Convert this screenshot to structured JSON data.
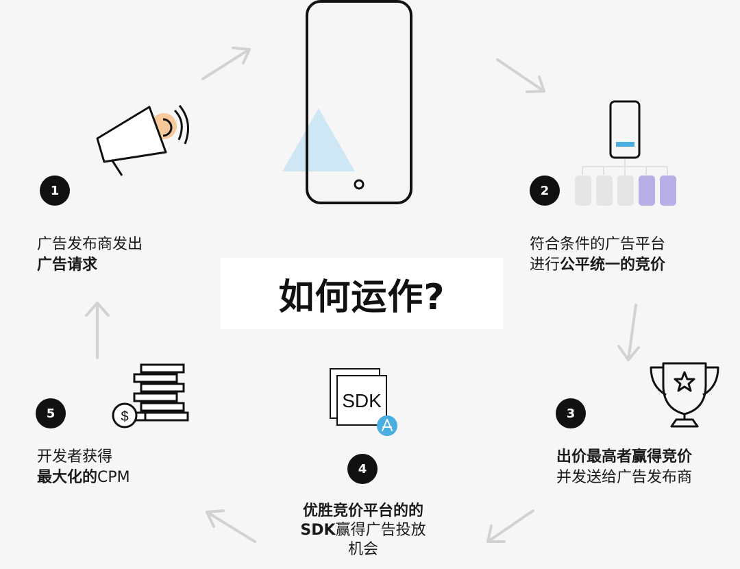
{
  "title": "如何运作?",
  "steps": [
    {
      "number": "1",
      "line1": "广告发布商发出",
      "line2_bold": "广告请求",
      "line2_rest": ""
    },
    {
      "number": "2",
      "line1": "符合条件的广告平台",
      "line2_plain": "进行",
      "line2_bold": "公平统一的竞价"
    },
    {
      "number": "3",
      "line1_bold": "出价最高者赢得竞价",
      "line2": "并发送给广告发布商"
    },
    {
      "number": "4",
      "line1_bold": "优胜竞价平台的的",
      "line2_bold": "SDK",
      "line2_rest": "赢得广告投放",
      "line3": "机会"
    },
    {
      "number": "5",
      "line1": "开发者获得",
      "line2_bold": "最大化的",
      "line2_rest": "CPM"
    }
  ],
  "icons": {
    "sdk_label": "SDK",
    "coin_symbol": "$"
  },
  "colors": {
    "accent_orange": "#f7c89a",
    "accent_blue": "#cfe6f4",
    "bar_blue": "#4aaee0",
    "purple": "#b9aee6",
    "grey_box": "#e5e5e5",
    "arrow": "#d2d2d2"
  }
}
